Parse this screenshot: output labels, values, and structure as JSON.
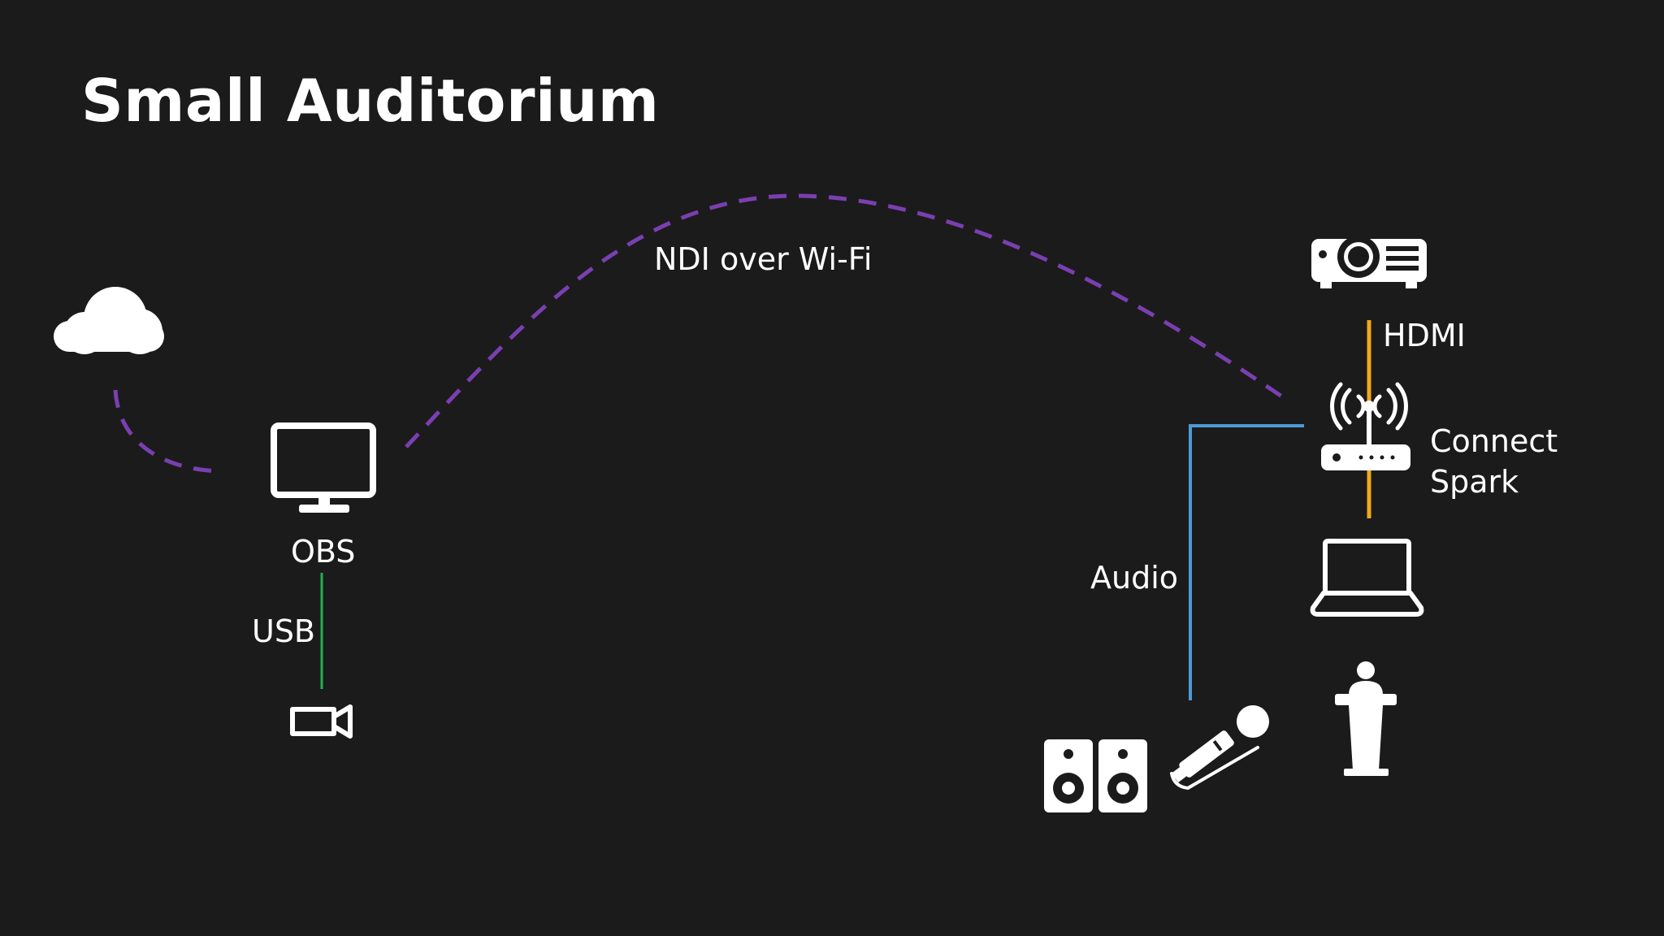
{
  "slide": {
    "title": "Small Auditorium"
  },
  "labels": {
    "ndi": "NDI over Wi-Fi",
    "hdmi": "HDMI",
    "connect": "Connect",
    "spark": "Spark",
    "obs": "OBS",
    "usb": "USB",
    "audio": "Audio"
  },
  "colors": {
    "background": "#1b1b1c",
    "ndi_link": "#7a3fb0",
    "hdmi_link": "#f2a81d",
    "audio_link": "#4c9ad8",
    "usb_link": "#22b14c",
    "icons": "#ffffff"
  },
  "icons": [
    "cloud-icon",
    "monitor-icon",
    "camera-icon",
    "projector-icon",
    "wireless-router-icon",
    "laptop-icon",
    "podium-icon",
    "microphone-icon",
    "speaker-icon"
  ]
}
